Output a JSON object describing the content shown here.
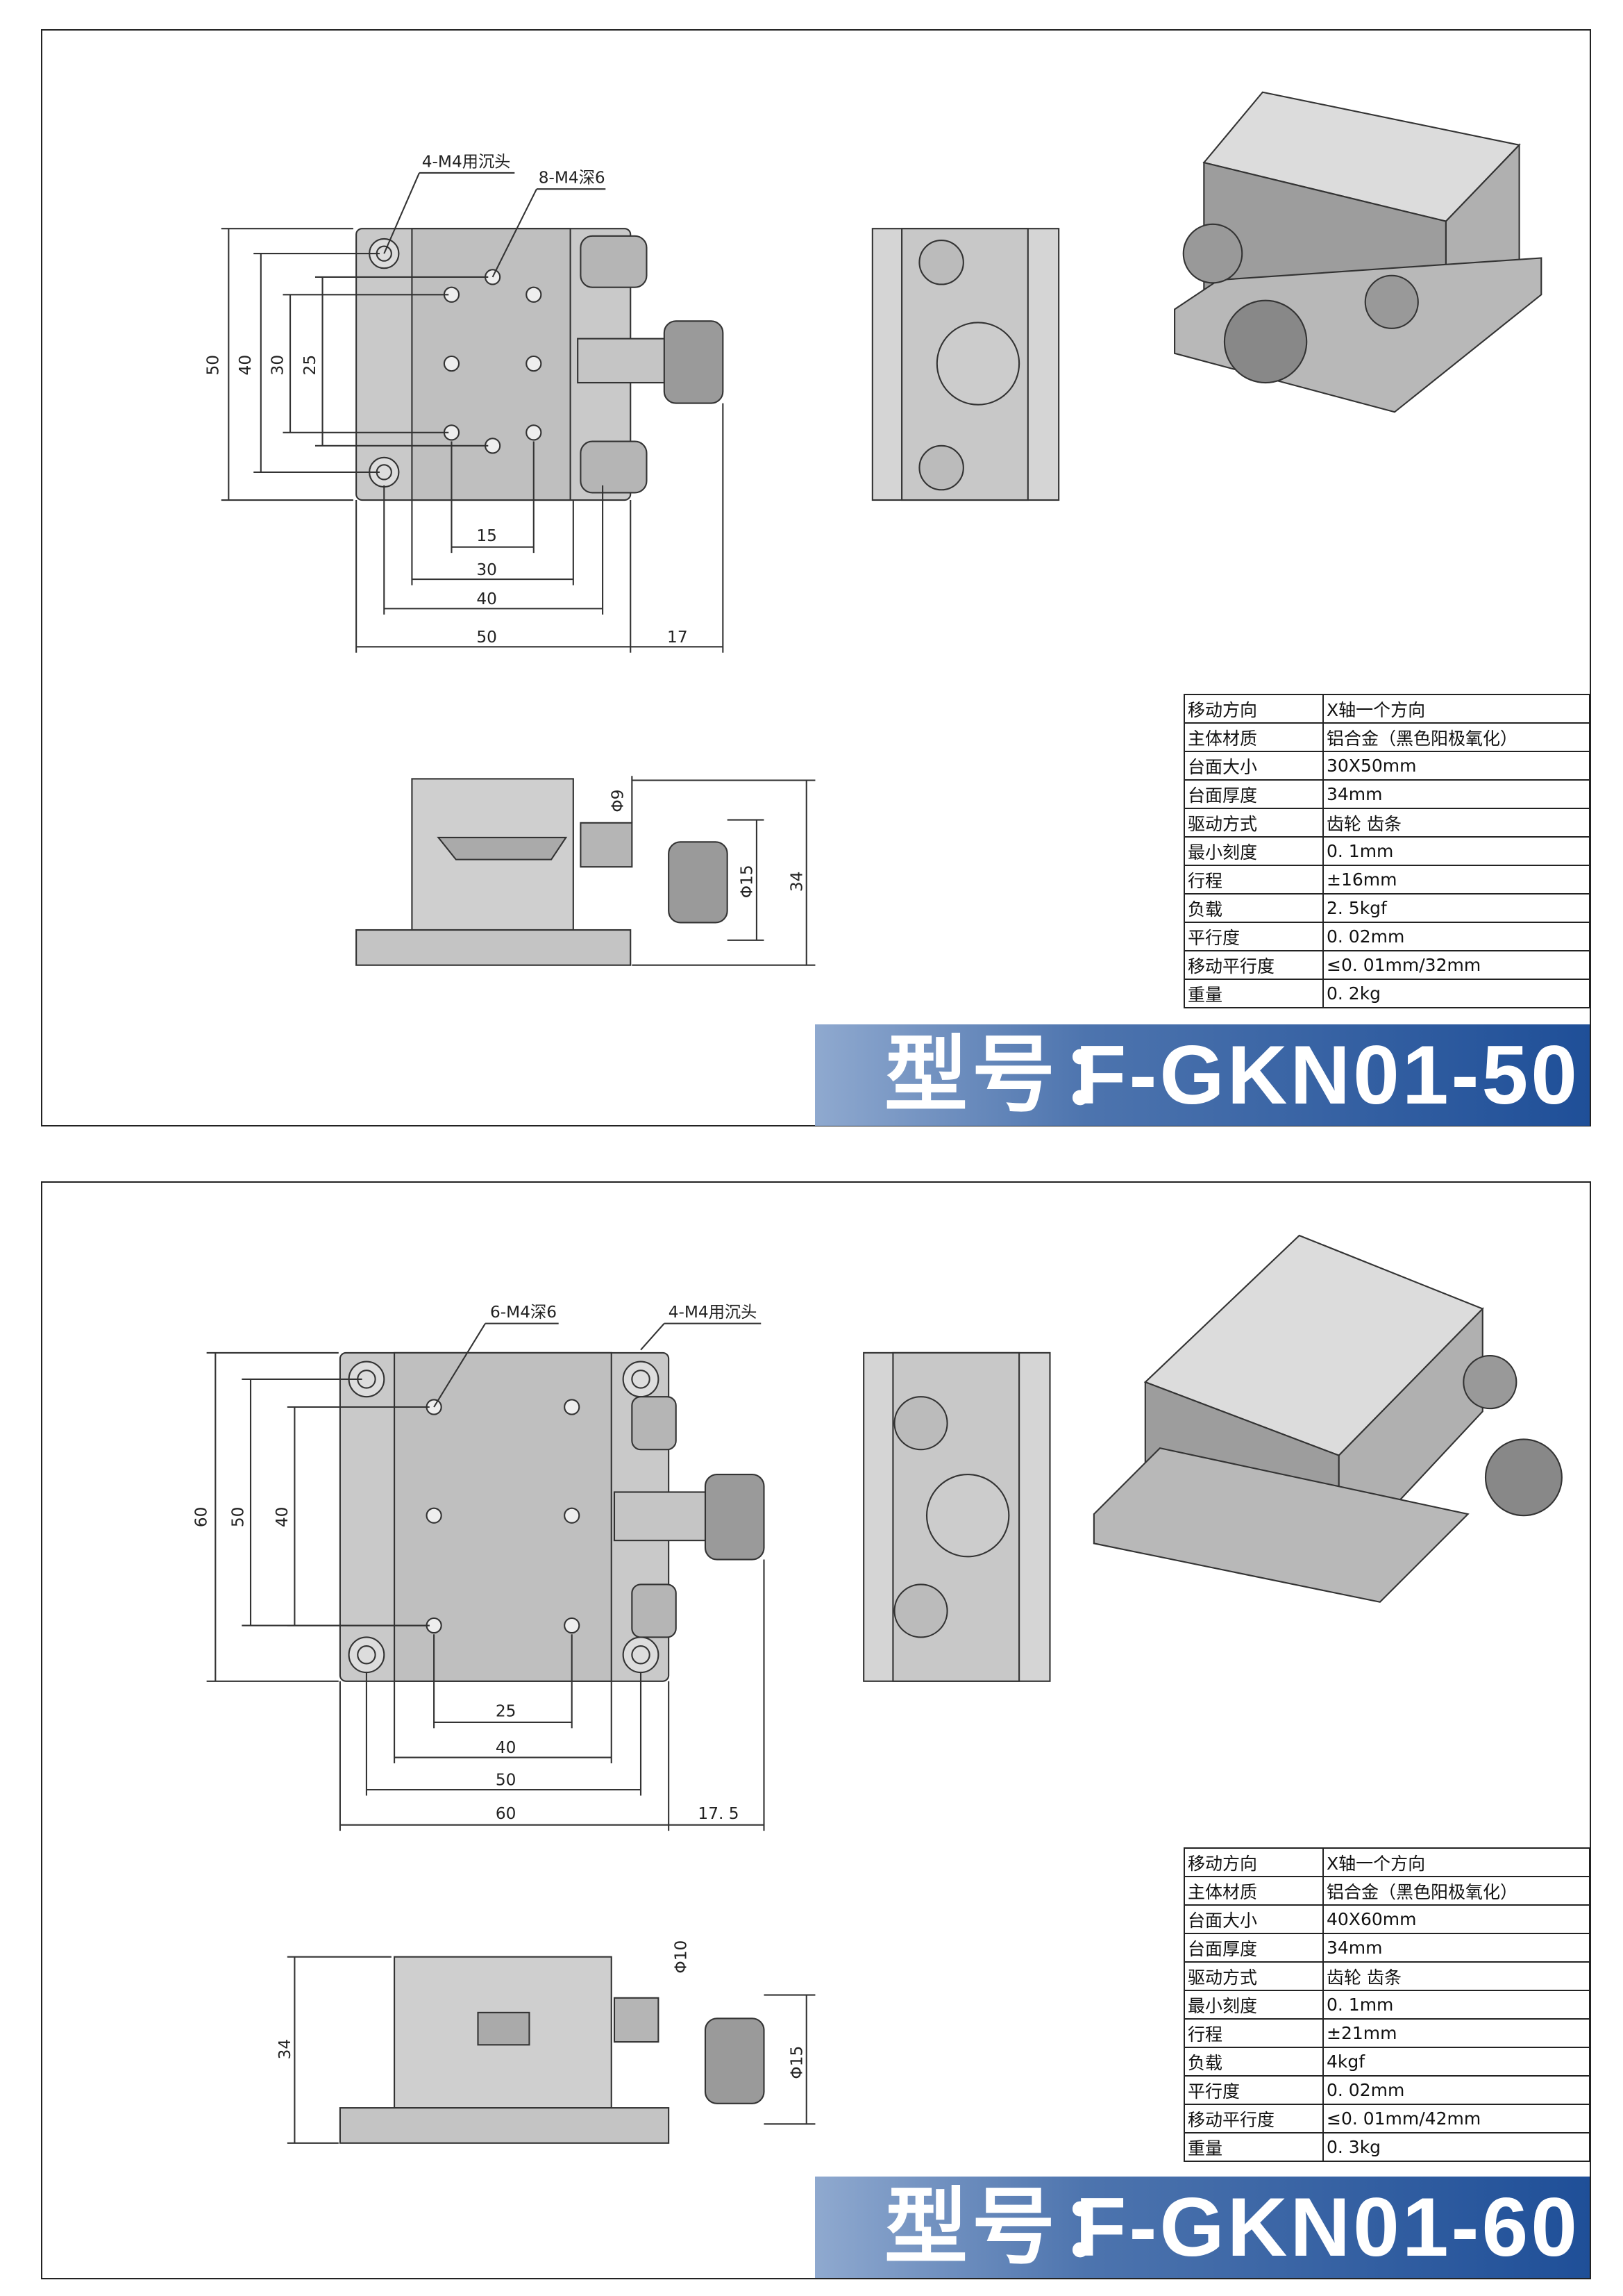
{
  "products": [
    {
      "model_label": "型号：",
      "model": "F-GKN01-50",
      "drawing": {
        "top_note_left": "4-M4用沉头",
        "top_note_right": "8-M4深6",
        "dims_vertical": [
          "50",
          "40",
          "30",
          "25"
        ],
        "dims_horizontal": [
          "15",
          "30",
          "40",
          "50"
        ],
        "dim_knob": "17",
        "side_dims": {
          "d_small": "Φ9",
          "d_knob": "Φ15",
          "height": "34"
        }
      },
      "specs": [
        {
          "k": "移动方向",
          "v": "X轴一个方向"
        },
        {
          "k": "主体材质",
          "v": "铝合金（黑色阳极氧化）"
        },
        {
          "k": "台面大小",
          "v": "30X50mm"
        },
        {
          "k": "台面厚度",
          "v": "34mm"
        },
        {
          "k": "驱动方式",
          "v": "齿轮  齿条"
        },
        {
          "k": "最小刻度",
          "v": "0. 1mm"
        },
        {
          "k": "行程",
          "v": "±16mm"
        },
        {
          "k": "负载",
          "v": "2. 5kgf"
        },
        {
          "k": "平行度",
          "v": "0. 02mm"
        },
        {
          "k": "移动平行度",
          "v": "≤0. 01mm/32mm"
        },
        {
          "k": "重量",
          "v": "0. 2kg"
        }
      ]
    },
    {
      "model_label": "型号：",
      "model": "F-GKN01-60",
      "drawing": {
        "top_note_left": "6-M4深6",
        "top_note_right": "4-M4用沉头",
        "dims_vertical": [
          "60",
          "50",
          "40"
        ],
        "dims_horizontal": [
          "25",
          "40",
          "50",
          "60"
        ],
        "dim_knob": "17. 5",
        "side_dims": {
          "d_small": "Φ10",
          "d_knob": "Φ15",
          "height": "34"
        }
      },
      "specs": [
        {
          "k": "移动方向",
          "v": "X轴一个方向"
        },
        {
          "k": "主体材质",
          "v": "铝合金（黑色阳极氧化）"
        },
        {
          "k": "台面大小",
          "v": "40X60mm"
        },
        {
          "k": "台面厚度",
          "v": "34mm"
        },
        {
          "k": "驱动方式",
          "v": "齿轮  齿条"
        },
        {
          "k": "最小刻度",
          "v": "0. 1mm"
        },
        {
          "k": "行程",
          "v": "±21mm"
        },
        {
          "k": "负载",
          "v": "4kgf"
        },
        {
          "k": "平行度",
          "v": "0. 02mm"
        },
        {
          "k": "移动平行度",
          "v": "≤0. 01mm/42mm"
        },
        {
          "k": "重量",
          "v": "0. 3kg"
        }
      ]
    }
  ]
}
